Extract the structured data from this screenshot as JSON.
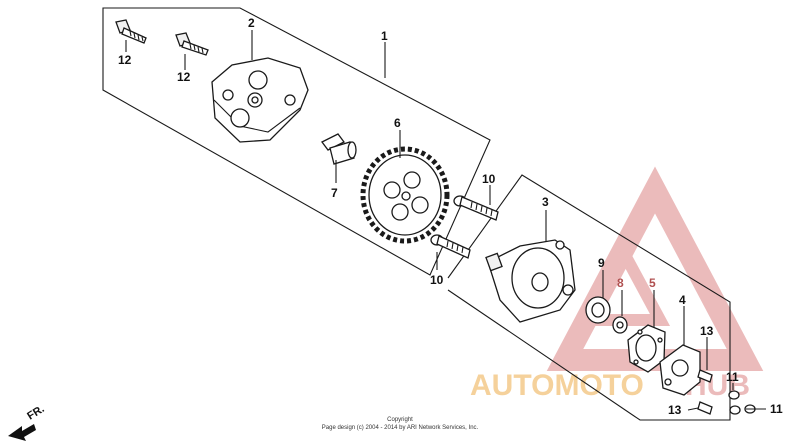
{
  "diagram": {
    "parts": [
      {
        "ref": "1",
        "label": "1"
      },
      {
        "ref": "2",
        "label": "2"
      },
      {
        "ref": "3",
        "label": "3"
      },
      {
        "ref": "4",
        "label": "4"
      },
      {
        "ref": "5",
        "label": "5"
      },
      {
        "ref": "6",
        "label": "6"
      },
      {
        "ref": "7",
        "label": "7"
      },
      {
        "ref": "8",
        "label": "8"
      },
      {
        "ref": "9",
        "label": "9"
      },
      {
        "ref": "10",
        "label": "10"
      },
      {
        "ref": "11",
        "label": "11"
      },
      {
        "ref": "12",
        "label": "12"
      },
      {
        "ref": "13",
        "label": "13"
      }
    ],
    "direction_label": "FR.",
    "copyright_line1": "Copyright",
    "copyright_line2": "Page design (c) 2004 - 2014 by ARI Network Services, Inc."
  },
  "watermark": {
    "brand_part1": "AUTOMOTO",
    "brand_part2": "HUB",
    "colors": {
      "red": "#e8b0b0",
      "orange": "#f4c98a"
    }
  }
}
